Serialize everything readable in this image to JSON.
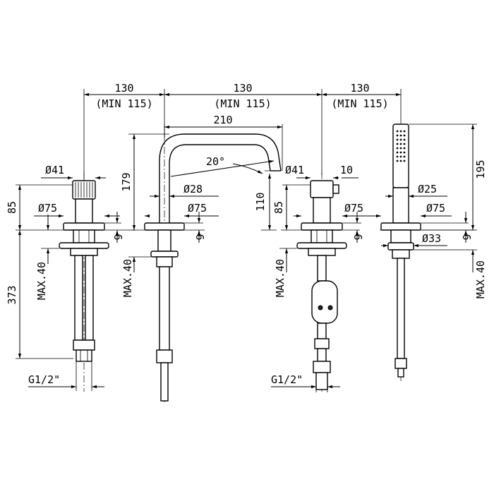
{
  "title": "",
  "dimensions": {
    "spacing_1": "130",
    "spacing_1_min": "(MIN 115)",
    "spacing_2": "130",
    "spacing_2_min": "(MIN 115)",
    "spacing_3": "130",
    "spacing_3_min": "(MIN 115)",
    "spout_reach": "210",
    "spout_angle": "20°",
    "spout_height": "179",
    "spout_outlet_height": "110",
    "spout_stem_dia": "Ø28",
    "spout_base_dia": "Ø75",
    "spout_plate_thk": "6",
    "spout_max_deck": "MAX.40",
    "left_handle_dia": "Ø41",
    "left_base_dia": "Ø75",
    "left_height": "85",
    "left_plate_thk": "6",
    "left_max_deck": "MAX.40",
    "left_hose_length": "373",
    "left_thread": "G1/2\"",
    "right_handle_dia": "Ø41",
    "right_lever_len": "10",
    "right_base_dia": "Ø75",
    "right_height": "85",
    "right_plate_thk": "6",
    "right_max_deck": "MAX.40",
    "right_thread": "G1/2\"",
    "shower_height": "195",
    "shower_holder_dia": "Ø25",
    "shower_base_dia": "Ø75",
    "shower_nut_dia": "Ø33",
    "shower_plate_thk": "6",
    "shower_max_deck": "MAX.40"
  }
}
